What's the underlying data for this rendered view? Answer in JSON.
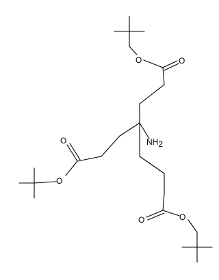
{
  "molecule": {
    "atoms": {
      "amine": {
        "symbol": "NH",
        "subscript": "2"
      },
      "ester_oxygens": [
        "O",
        "O",
        "O",
        "O",
        "O",
        "O"
      ]
    },
    "colors": {
      "bond": "#000000",
      "label": "#000000",
      "background": "#ffffff"
    }
  }
}
